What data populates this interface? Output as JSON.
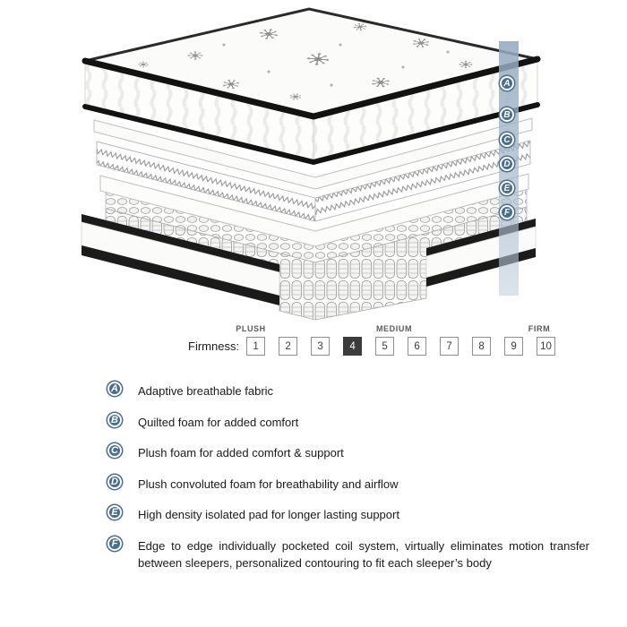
{
  "palette": {
    "badge_blue": "#4a6d92",
    "strip_blue": "#9db4c8",
    "selected_box": "#3c3c3c",
    "piping_black": "#141414"
  },
  "diagram": {
    "markers": [
      "A",
      "B",
      "C",
      "D",
      "E",
      "F"
    ]
  },
  "firmness": {
    "label": "Firmness:",
    "scale_words": [
      "PLUSH",
      "MEDIUM",
      "FIRM"
    ],
    "levels": [
      "1",
      "2",
      "3",
      "4",
      "5",
      "6",
      "7",
      "8",
      "9",
      "10"
    ],
    "selected": "4"
  },
  "legend": {
    "items": [
      {
        "letter": "A",
        "text": "Adaptive breathable fabric"
      },
      {
        "letter": "B",
        "text": "Quilted foam for added comfort"
      },
      {
        "letter": "C",
        "text": "Plush foam for added comfort & support"
      },
      {
        "letter": "D",
        "text": "Plush convoluted foam for breathability and airflow"
      },
      {
        "letter": "E",
        "text": "High density isolated pad for longer lasting support"
      },
      {
        "letter": "F",
        "text": "Edge to edge individually pocketed coil system, virtually eliminates motion transfer between sleepers, personalized contouring to fit each sleeper’s body"
      }
    ]
  }
}
